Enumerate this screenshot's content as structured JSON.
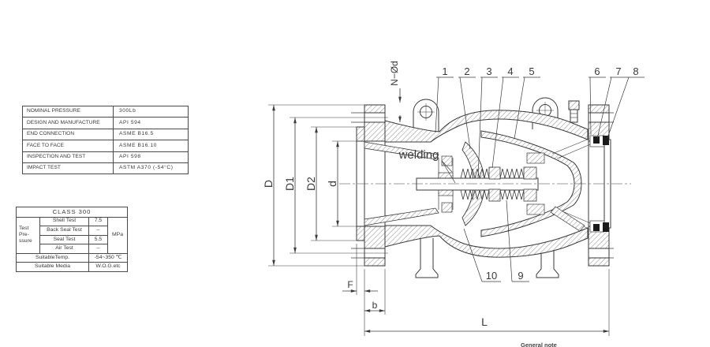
{
  "spec_table": {
    "rows": [
      {
        "label": "NOMINAL PRESSURE",
        "value": "300Lb"
      },
      {
        "label": "DESIGN AND MANUFACTURE",
        "value": "API 594"
      },
      {
        "label": "END CONNECTION",
        "value": "ASME B16.5"
      },
      {
        "label": "FACE TO FACE",
        "value": "ASME B16.10"
      },
      {
        "label": "INSPECTION AND TEST",
        "value": "API 598"
      },
      {
        "label": "IMPACT TEST",
        "value": "ASTM A370 (-54°C)"
      }
    ]
  },
  "class_table": {
    "title": "CLASS 300",
    "group_label_lines": [
      "Test",
      "Pre-",
      "ssure"
    ],
    "unit": "MPa",
    "tests": [
      {
        "name": "Shell Test",
        "value": "7.5"
      },
      {
        "name": "Back Seal Test",
        "value": "–"
      },
      {
        "name": "Seal Test",
        "value": "5.5"
      },
      {
        "name": "Air Test",
        "value": "–"
      }
    ],
    "temp_label": "SuitableTemp.",
    "temp_value": "-54~350 ℃",
    "media_label": "Suitable Media",
    "media_value": "W.O.G.etc"
  },
  "drawing": {
    "bolt_note": "N−Ød",
    "weld_label": "welding",
    "callouts_top": [
      "1",
      "2",
      "3",
      "4",
      "5",
      "6",
      "7",
      "8"
    ],
    "callouts_bottom": [
      "10",
      "9"
    ],
    "dim_labels": {
      "D": "D",
      "D1": "D1",
      "D2": "D2",
      "d": "d",
      "F": "F",
      "b": "b",
      "L": "L"
    },
    "footer_note": "General note",
    "line_color": "#3a3a3a"
  }
}
